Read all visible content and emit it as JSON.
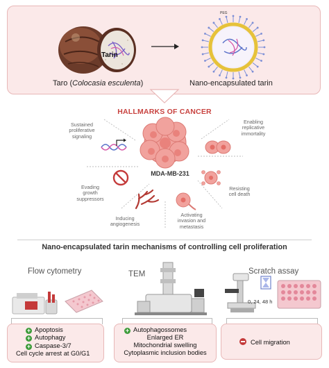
{
  "top": {
    "taro_label": "Taro (",
    "taro_species": "Colocasia esculenta",
    "taro_label_end": ")",
    "tarin_label": "Tarin",
    "nano_label": "Nano-encapsulated tarin",
    "peg_label": "PEG"
  },
  "hallmarks": {
    "title": "HALLMARKS OF CANCER",
    "cell_line": "MDA-MB-231",
    "items": [
      {
        "label": "Sustained\nproliferative\nsignaling"
      },
      {
        "label": "Enabling\nreplicative\nimmortality"
      },
      {
        "label": "Evading\ngrowth\nsuppressors"
      },
      {
        "label": "Resisting\ncell death"
      },
      {
        "label": "Inducing\nangiogenesis"
      },
      {
        "label": "Activating\ninvasion and\nmetastasis"
      }
    ]
  },
  "mechanisms": {
    "title": "Nano-encapsulated tarin mechanisms of controlling cell proliferation",
    "methods": [
      {
        "name": "Flow cytometry",
        "results": [
          {
            "sign": "plus",
            "text": "Apoptosis"
          },
          {
            "sign": "plus",
            "text": "Autophagy"
          },
          {
            "sign": "plus",
            "text": "Caspase-3/7"
          },
          {
            "sign": "none",
            "text": "Cell cycle arrest at G0/G1"
          }
        ]
      },
      {
        "name": "TEM",
        "results": [
          {
            "sign": "plus",
            "text": "Autophagossomes"
          },
          {
            "sign": "none",
            "text": "Enlarged ER"
          },
          {
            "sign": "none",
            "text": "Mitochondrial swelling"
          },
          {
            "sign": "none",
            "text": "Cytoplasmic inclusion bodies"
          }
        ]
      },
      {
        "name": "Scratch assay",
        "timepoints": "0, 24, 48 h",
        "results": [
          {
            "sign": "minus",
            "text": "Cell migration"
          }
        ]
      }
    ]
  },
  "colors": {
    "panel_fill": "#fbe9e9",
    "panel_border": "#e8b7b7",
    "accent_red": "#c8423f",
    "plus_green": "#3d9b3a",
    "minus_red": "#c43a3a"
  }
}
